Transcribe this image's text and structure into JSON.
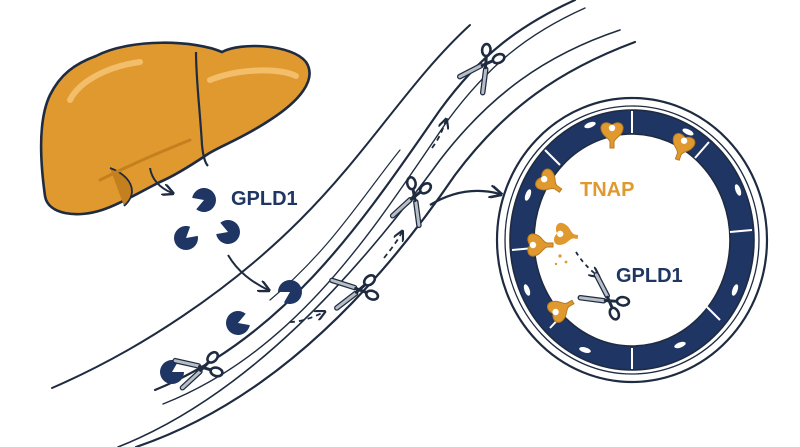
{
  "labels": {
    "enzyme_left": "GPLD1",
    "tnap": "TNAP",
    "enzyme_right": "GPLD1"
  },
  "colors": {
    "liver": "#E0992F",
    "liver_dark": "#C47F1E",
    "liver_light": "#F2BE6A",
    "navy": "#1F3563",
    "outline": "#1E2B40",
    "protein": "#E0992F",
    "scissors_grey": "#B8BEC6",
    "white": "#FFFFFF"
  },
  "icons": [
    "liver-icon",
    "pacman-enzyme-icon",
    "scissors-icon",
    "arrow-icon",
    "blood-vessel-icon",
    "vessel-cross-section-icon",
    "anchored-protein-icon"
  ]
}
